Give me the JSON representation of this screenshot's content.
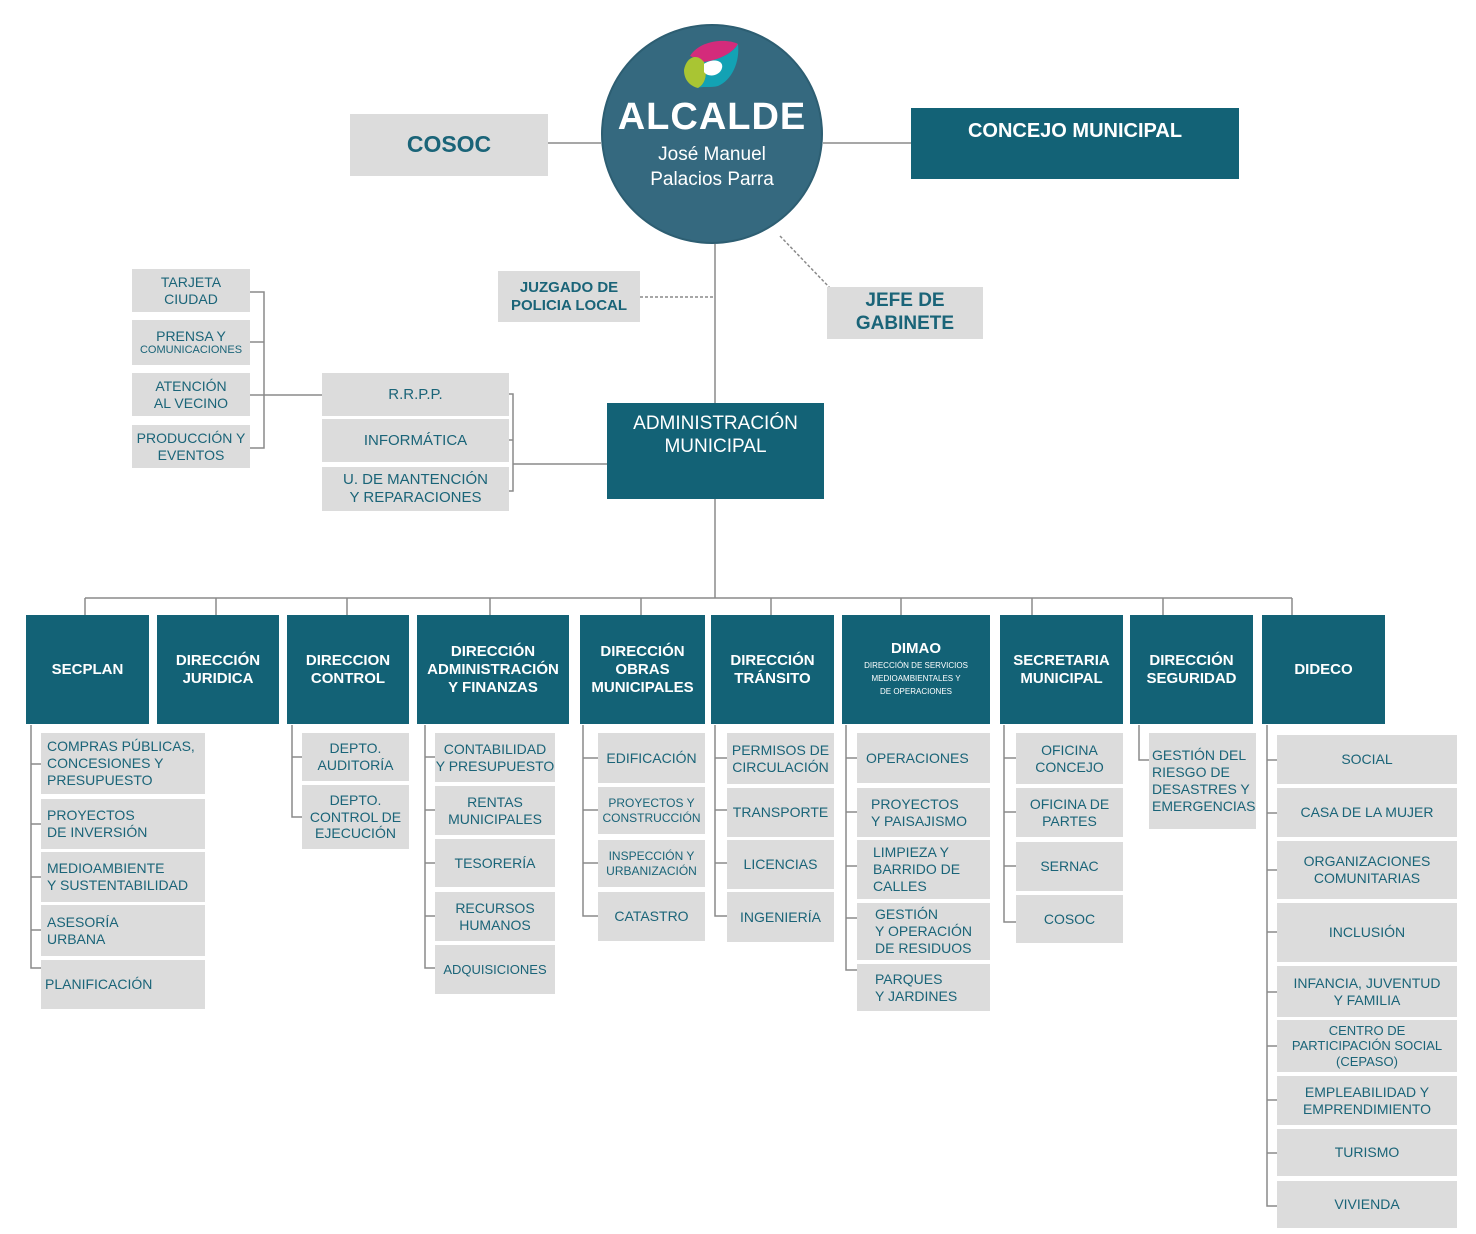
{
  "top": {
    "mayor_title": "ALCALDE",
    "mayor_name": "José Manuel\nPalacios Parra",
    "cosoc": "COSOC",
    "concejo": "CONCEJO MUNICIPAL",
    "juzgado": "JUZGADO DE\nPOLICIA LOCAL",
    "jefe": "JEFE DE\nGABINETE",
    "admin": "ADMINISTRACIÓN\nMUNICIPAL"
  },
  "rrpp_group": {
    "units": [
      "R.R.P.P.",
      "INFORMÁTICA",
      "U. DE MANTENCIÓN\nY REPARACIONES"
    ],
    "sub": [
      "TARJETA\nCIUDAD",
      "PRENSA Y",
      "COMUNICACIONES",
      "ATENCIÓN\nAL VECINO",
      "PRODUCCIÓN Y\nEVENTOS"
    ]
  },
  "departments": [
    {
      "name": "SECPLAN",
      "children": [
        "COMPRAS PÚBLICAS,\nCONCESIONES Y\nPRESUPUESTO",
        "PROYECTOS\nDE INVERSIÓN",
        "MEDIOAMBIENTE\nY SUSTENTABILIDAD",
        "ASESORÍA\nURBANA",
        "PLANIFICACIÓN"
      ]
    },
    {
      "name": "DIRECCIÓN\nJURIDICA",
      "children": []
    },
    {
      "name": "DIRECCION\nCONTROL",
      "children": [
        "DEPTO.\nAUDITORÍA",
        "DEPTO.\nCONTROL DE\nEJECUCIÓN"
      ]
    },
    {
      "name": "DIRECCIÓN\nADMINISTRACIÓN\nY FINANZAS",
      "children": [
        "CONTABILIDAD\nY PRESUPUESTO",
        "RENTAS\nMUNICIPALES",
        "TESORERÍA",
        "RECURSOS\nHUMANOS",
        "ADQUISICIONES"
      ]
    },
    {
      "name": "DIRECCIÓN\nOBRAS\nMUNICIPALES",
      "children": [
        "EDIFICACIÓN",
        "PROYECTOS Y\nCONSTRUCCIÓN",
        "INSPECCIÓN Y\nURBANIZACIÓN",
        "CATASTRO"
      ]
    },
    {
      "name": "DIRECCIÓN\nTRÁNSITO",
      "children": [
        "PERMISOS DE\nCIRCULACIÓN",
        "TRANSPORTE",
        "LICENCIAS",
        "INGENIERÍA"
      ]
    },
    {
      "name": "DIMAO",
      "subtitle": "DIRECCIÓN DE SERVICIOS\nMEDIOAMBIENTALES Y\nDE OPERACIONES",
      "children": [
        "OPERACIONES",
        "PROYECTOS\nY PAISAJISMO",
        "LIMPIEZA Y\nBARRIDO DE\nCALLES",
        "GESTIÓN\nY OPERACIÓN\nDE RESIDUOS",
        "PARQUES\nY JARDINES"
      ]
    },
    {
      "name": "SECRETARIA\nMUNICIPAL",
      "children": [
        "OFICINA\nCONCEJO",
        "OFICINA DE\nPARTES",
        "SERNAC",
        "COSOC"
      ]
    },
    {
      "name": "DIRECCIÓN\nSEGURIDAD",
      "children": [
        "GESTIÓN DEL\nRIESGO DE\nDESASTRES Y\nEMERGENCIAS"
      ]
    },
    {
      "name": "DIDECO",
      "children": [
        "SOCIAL",
        "CASA DE LA MUJER",
        "ORGANIZACIONES\nCOMUNITARIAS",
        "INCLUSIÓN",
        "INFANCIA, JUVENTUD\nY FAMILIA",
        "CENTRO DE\nPARTICIPACIÓN SOCIAL\n(CEPASO)",
        "EMPLEABILIDAD Y\nEMPRENDIMIENTO",
        "TURISMO",
        "VIVIENDA"
      ]
    }
  ]
}
